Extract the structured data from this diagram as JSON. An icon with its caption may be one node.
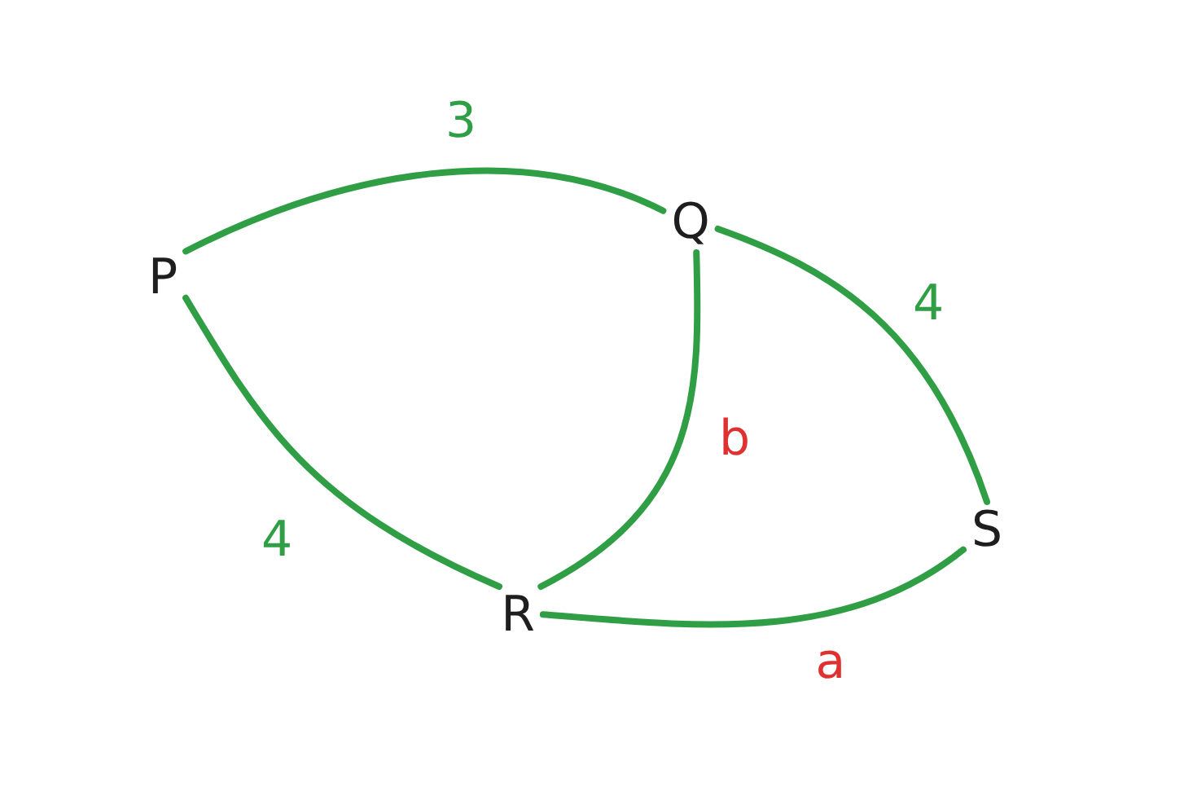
{
  "diagram": {
    "nodes": [
      {
        "text": [
          "P"
        ]
      },
      {
        "text": [
          "Q"
        ]
      },
      {
        "text": [
          "R"
        ]
      },
      {
        "text": [
          "S"
        ]
      }
    ],
    "edges": [
      {
        "from": 0,
        "to": 1,
        "arrow": "none",
        "label": "3"
      },
      {
        "from": 1,
        "to": 3,
        "arrow": "none",
        "label": "4"
      },
      {
        "from": 0,
        "to": 2,
        "arrow": "none",
        "label": "4"
      },
      {
        "from": 1,
        "to": 2,
        "arrow": "none",
        "label": "b"
      },
      {
        "from": 2,
        "to": 3,
        "arrow": "none",
        "label": "a"
      }
    ]
  }
}
